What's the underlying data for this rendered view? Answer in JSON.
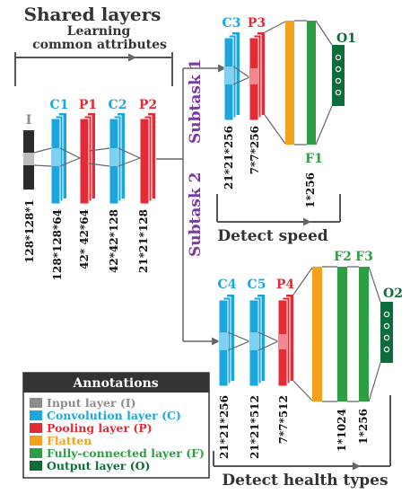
{
  "header": {
    "title": "Shared layers",
    "subtitle_line1": "Learning",
    "subtitle_line2": "common attributes"
  },
  "branches": {
    "subtask1": "Subtask 1",
    "subtask2": "Subtask 2",
    "speed_caption": "Detect speed",
    "health_caption": "Detect health types"
  },
  "layers": {
    "input": {
      "tag": "I",
      "dim": "128*128*1"
    },
    "c1": {
      "tag": "C1",
      "dim": "128*128*64"
    },
    "p1": {
      "tag": "P1",
      "dim": "42* 42*64"
    },
    "c2": {
      "tag": "C2",
      "dim": "42*42*128"
    },
    "p2": {
      "tag": "P2",
      "dim": "21*21*128"
    },
    "c3": {
      "tag": "C3",
      "dim": "21*21*256"
    },
    "p3": {
      "tag": "P3",
      "dim": "7*7*256"
    },
    "f1": {
      "tag": "F1",
      "dim": "1*256"
    },
    "o1": {
      "tag": "O1"
    },
    "c4": {
      "tag": "C4",
      "dim": "21*21*256"
    },
    "c5": {
      "tag": "C5",
      "dim": "21*21*512"
    },
    "p4": {
      "tag": "P4",
      "dim": "7*7*512"
    },
    "f2": {
      "tag": "F2",
      "dim": "1*1024"
    },
    "f3": {
      "tag": "F3",
      "dim": "1*256"
    },
    "o2": {
      "tag": "O2"
    }
  },
  "legend": {
    "title": "Annotations",
    "items": [
      {
        "label": "Input layer (I)",
        "color": "#8c8c8c"
      },
      {
        "label": "Convolution layer (C)",
        "color": "#1aa7e0"
      },
      {
        "label": "Pooling layer (P)",
        "color": "#e42a35"
      },
      {
        "label": "Flatten",
        "color": "#f6a11d"
      },
      {
        "label": "Fully-connected layer (F)",
        "color": "#2e9e44"
      },
      {
        "label": "Output layer (O)",
        "color": "#0d6d3a"
      }
    ]
  },
  "colors": {
    "input": "#2b2b2b",
    "conv": "#1aa7e0",
    "pool": "#e42a35",
    "flatten": "#f6a11d",
    "fc": "#2e9e44",
    "output": "#0d6d3a",
    "subtask": "#7b3aa6",
    "arrow": "#666666"
  }
}
